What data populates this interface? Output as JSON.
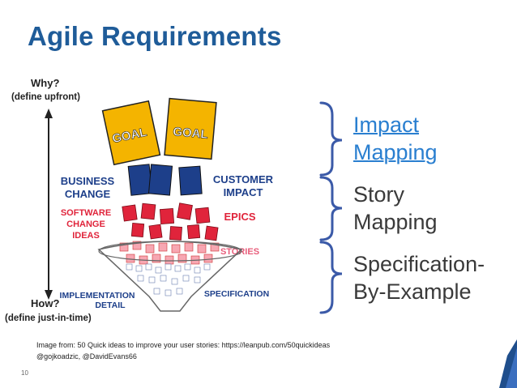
{
  "slide": {
    "title": "Agile Requirements",
    "slide_number": "10"
  },
  "axis": {
    "top_label": "Why?",
    "top_sublabel": "(define upfront)",
    "bottom_label": "How?",
    "bottom_sublabel": "(define just-in-time)"
  },
  "illustration": {
    "goal_1": "GOAL",
    "goal_2": "GOAL",
    "business_change": [
      "BUSINESS",
      "CHANGE"
    ],
    "customer_impact": [
      "CUSTOMER",
      "IMPACT"
    ],
    "software_change": [
      "SOFTWARE",
      "CHANGE",
      "IDEAS"
    ],
    "epics": "EPICS",
    "stories": "STORIES",
    "implementation": [
      "IMPLEMENTATION",
      "DETAIL"
    ],
    "specification": "SPECIFICATION"
  },
  "right_labels": {
    "impact": [
      "Impact",
      "Mapping"
    ],
    "story": [
      "Story",
      "Mapping"
    ],
    "spec": [
      "Specification-",
      "By-Example"
    ]
  },
  "caption": {
    "line1": "Image from: 50 Quick ideas to improve your user stories: https://leanpub.com/50quickideas",
    "line2": "@gojkoadzic, @DavidEvans66"
  },
  "colors": {
    "title": "#1f5c99",
    "goal": "#f4b400",
    "navy": "#1d3f8a",
    "red": "#e0243b",
    "accent": "#2a7fd0"
  }
}
